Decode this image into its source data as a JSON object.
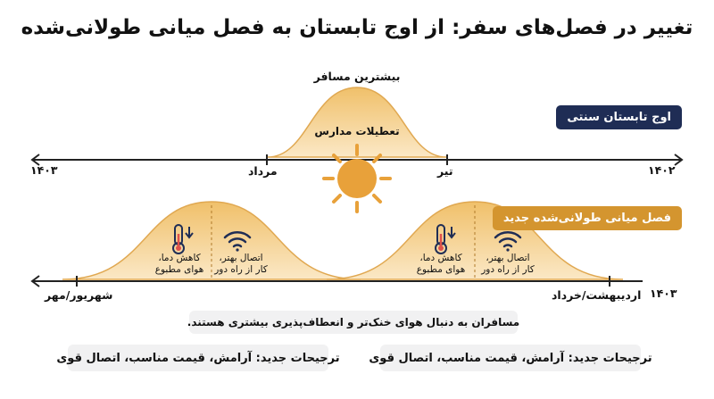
{
  "title": "تغییر در فصل‌های سفر: از اوج تابستان به فصل میانی طولانی‌شده",
  "legend": {
    "traditional": "اوج تابستان سنتی",
    "extended": "فصل میانی طولانی‌شده جدید"
  },
  "top_curve": {
    "peak_label": "بیشترین مسافر",
    "inner_label": "تعطیلات مدارس"
  },
  "top_axis": {
    "left_year": "۱۴۰۳",
    "right_year": "۱۴۰۲",
    "left_month": "مرداد",
    "right_month": "تیر"
  },
  "bottom_axis": {
    "left_season": "شهریور/مهر",
    "right_season": "اردیبهشت/خرداد",
    "right_year": "۱۴۰۳"
  },
  "humps": [
    {
      "cooling_text": "کاهش دما،\nهوای مطبوع",
      "connect_text": "اتصال بهتر،\nکار از راه دور"
    },
    {
      "cooling_text": "کاهش دما،\nهوای مطبوع",
      "connect_text": "اتصال بهتر،\nکار از راه دور"
    }
  ],
  "note": "مسافران به دنبال هوای خنک‌تر و انعطاف‌پذیری بیشتری هستند.",
  "preferences": [
    "ترجیحات جدید: آرامش، قیمت مناسب، اتصال قوی",
    "ترجیحات جدید: آرامش، قیمت مناسب، اتصال قوی"
  ],
  "colors": {
    "navy": "#1f2d55",
    "gold": "#d4952f",
    "curve_fill": "#f4d49a",
    "curve_stroke": "#e0a851",
    "sun": "#e8a13a"
  },
  "icons": {
    "sun": "sun-icon",
    "thermometer": "thermometer-down-icon",
    "wifi": "wifi-icon"
  }
}
